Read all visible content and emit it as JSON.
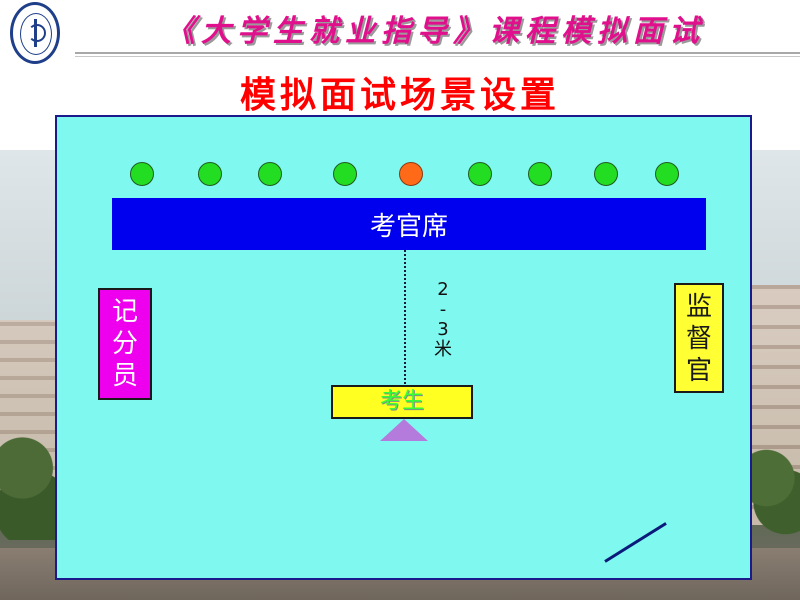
{
  "header": {
    "course_title": "《大学生就业指导》课程模拟面试",
    "logo_icon": "university-seal-icon"
  },
  "subtitle": "模拟面试场景设置",
  "scene": {
    "background_color": "#7ff8f0",
    "examiner_seats": [
      {
        "color": "#22dd22"
      },
      {
        "color": "#22dd22"
      },
      {
        "color": "#22dd22"
      },
      {
        "color": "#22dd22"
      },
      {
        "color": "#ff6a18"
      },
      {
        "color": "#22dd22"
      },
      {
        "color": "#22dd22"
      },
      {
        "color": "#22dd22"
      },
      {
        "color": "#22dd22"
      }
    ],
    "examiner_table": {
      "label": "考官席",
      "color": "#0000ee"
    },
    "distance": {
      "chars": [
        "2",
        "-",
        "3",
        "米"
      ]
    },
    "recorder": {
      "chars": [
        "记",
        "分",
        "员"
      ],
      "color": "#ee00ee"
    },
    "supervisor": {
      "chars": [
        "监",
        "督",
        "官"
      ],
      "color": "#ffff33"
    },
    "candidate": {
      "label": "考生",
      "desk_color": "#ffff22",
      "seat_color": "#b47bdc"
    }
  }
}
